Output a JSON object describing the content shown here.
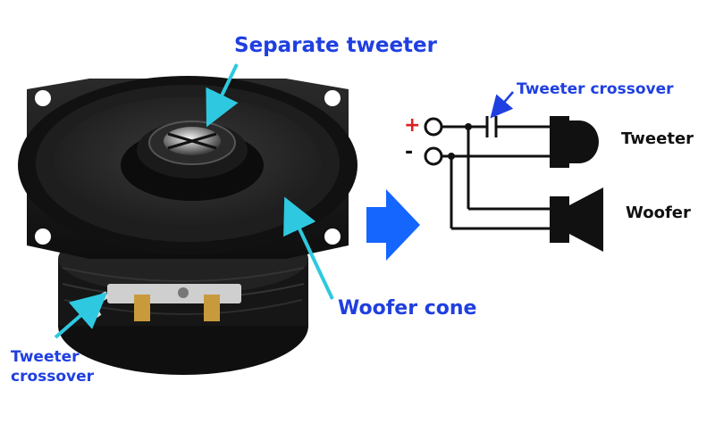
{
  "labels": {
    "separate_tweeter": "Separate tweeter",
    "woofer_cone": "Woofer cone",
    "tweeter_crossover_bottom_line1": "Tweeter",
    "tweeter_crossover_bottom_line2": "crossover",
    "tweeter_crossover_schematic": "Tweeter crossover"
  },
  "schematic": {
    "plus": "+",
    "minus": "-",
    "tweeter": "Tweeter",
    "woofer": "Woofer"
  },
  "colors": {
    "label_blue": "#1f3fe0",
    "pointer_cyan": "#2ec9e0",
    "arrow_blue": "#1565ff",
    "plus_red": "#e02020"
  }
}
